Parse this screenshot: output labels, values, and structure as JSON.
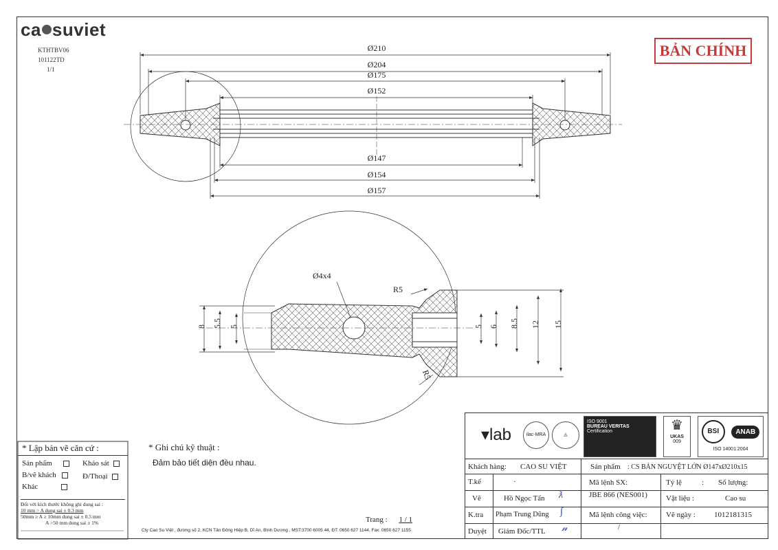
{
  "header": {
    "logo_text_left": "ca",
    "logo_text_right": "suviet",
    "doc_code": "KTHTBV06",
    "doc_date": "101122TD",
    "doc_sheet": "1/1",
    "stamp": "BẢN CHÍNH"
  },
  "drawing": {
    "top_dims": [
      "Ø210",
      "Ø204",
      "Ø175",
      "Ø152"
    ],
    "bottom_dims": [
      "Ø147",
      "Ø154",
      "Ø157"
    ],
    "hole_label": "Ø4x4",
    "radius_top": "R5",
    "radius_bottom": "R5",
    "left_dims": [
      "8",
      "5.5",
      "5"
    ],
    "right_dims": [
      "5",
      "6",
      "8.5",
      "12",
      "15"
    ]
  },
  "basis": {
    "title": "* Lập bản vẽ căn cứ :",
    "items": [
      "Sản phẩm",
      "Khảo sát",
      "B/vẽ khách",
      "Đ/Thoại",
      "Khác"
    ],
    "tolerance_header": "Đối với kích thước không ghi dung sai :",
    "tolerance_rows": [
      "10 mm > A   dung sai          ± 0.3 mm",
      "50mm ≥ A ≥ 10mm dung sai   ± 0.5 mm",
      "A >50 mm dung sai   ± 1%"
    ]
  },
  "tech_notes": {
    "title": "* Ghi chú kỹ thuật :",
    "note": "Đảm bảo tiết diện đều nhau."
  },
  "page_label": "Trang :",
  "page_value": "1 / 1",
  "footer": "Cty Cao Su Việt , đường số 2, KCN Tân Đông Hiệp B, Dĩ An, Bình Dương , MST:3700 6005 44, ĐT: 0650 627 1144, Fax: 0650 627 1155.",
  "title_block": {
    "certs": [
      "lab",
      "ilac-MRA",
      "BUREAU VERITAS Certification",
      "UKAS",
      "BSI",
      "ANAB"
    ],
    "cert_text": {
      "iso": "ISO 9001",
      "bv": "BUREAU VERITAS",
      "bv2": "Certification",
      "ukas": "UKAS",
      "ukas_num": "009",
      "bsi": "BSI",
      "anab": "ANAB",
      "iso14001": "ISO 14001:2004"
    },
    "customer_label": "Khách hàng:",
    "customer_value": "CAO SU VIỆT",
    "product_label": "Sản phẩm",
    "product_value": ":  CS BẢN NGUYỆT LỚN Ø147xØ210x15",
    "designer_label": "T.kế",
    "designer_value": "·",
    "drawer_label": "Vẽ",
    "drawer_value": "Hồ Ngọc Tấn",
    "checker_label": "K.tra",
    "checker_value": "Phạm Trung Dũng",
    "approver_label": "Duyệt",
    "approver_value": "Giám Đốc/TTL",
    "order_label": "Mã lệnh SX:",
    "order_value": "JBE 866 (NES001)",
    "job_label": "Mã lệnh công việc:",
    "job_value": "/",
    "scale_label": "Tỷ lệ",
    "scale_sep": ":",
    "qty_label": "Số lượng:",
    "material_label": "Vật liệu  :",
    "material_value": "Cao su",
    "date_label": "Vẽ  ngày  :",
    "date_value": "1012181315"
  },
  "colors": {
    "stamp": "#c43a3a",
    "line": "#333333",
    "signature": "#2a3b9a"
  }
}
